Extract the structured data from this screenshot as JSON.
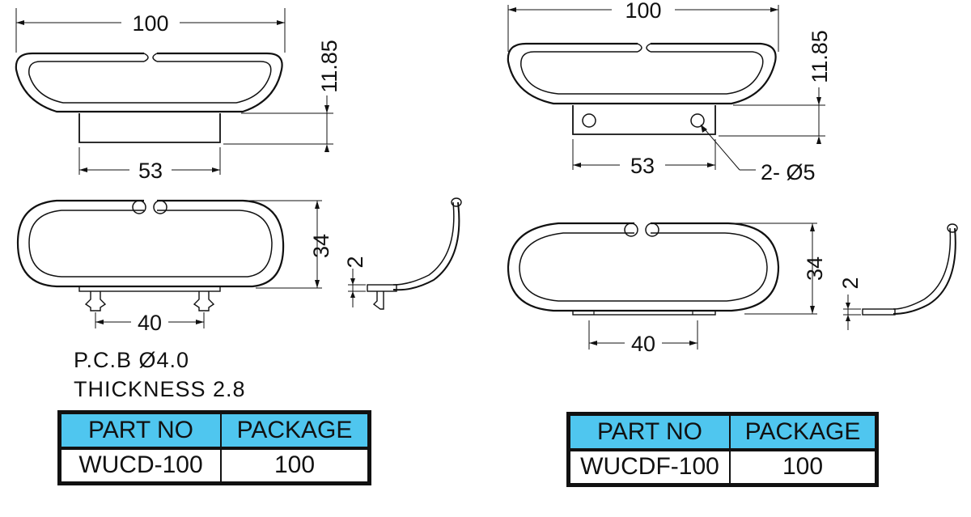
{
  "left": {
    "dims": {
      "width_top": "100",
      "height_side": "11.85",
      "base_width": "53",
      "ring_height": "34",
      "pin_thickness": "2",
      "pin_spacing": "40"
    },
    "notes": [
      "P.C.B  Ø4.0",
      "THICKNESS  2.8"
    ],
    "table": {
      "header": [
        "PART NO",
        "PACKAGE"
      ],
      "row": [
        "WUCD-100",
        "100"
      ]
    }
  },
  "right": {
    "dims": {
      "width_top": "100",
      "height_side": "11.85",
      "base_width": "53",
      "hole_callout": "2- Ø5",
      "ring_height": "34",
      "pin_thickness": "2",
      "flange_spacing": "40"
    },
    "table": {
      "header": [
        "PART NO",
        "PACKAGE"
      ],
      "row": [
        "WUCDF-100",
        "100"
      ]
    }
  },
  "colors": {
    "line": "#111111",
    "table_header": "#4fc6ef"
  }
}
